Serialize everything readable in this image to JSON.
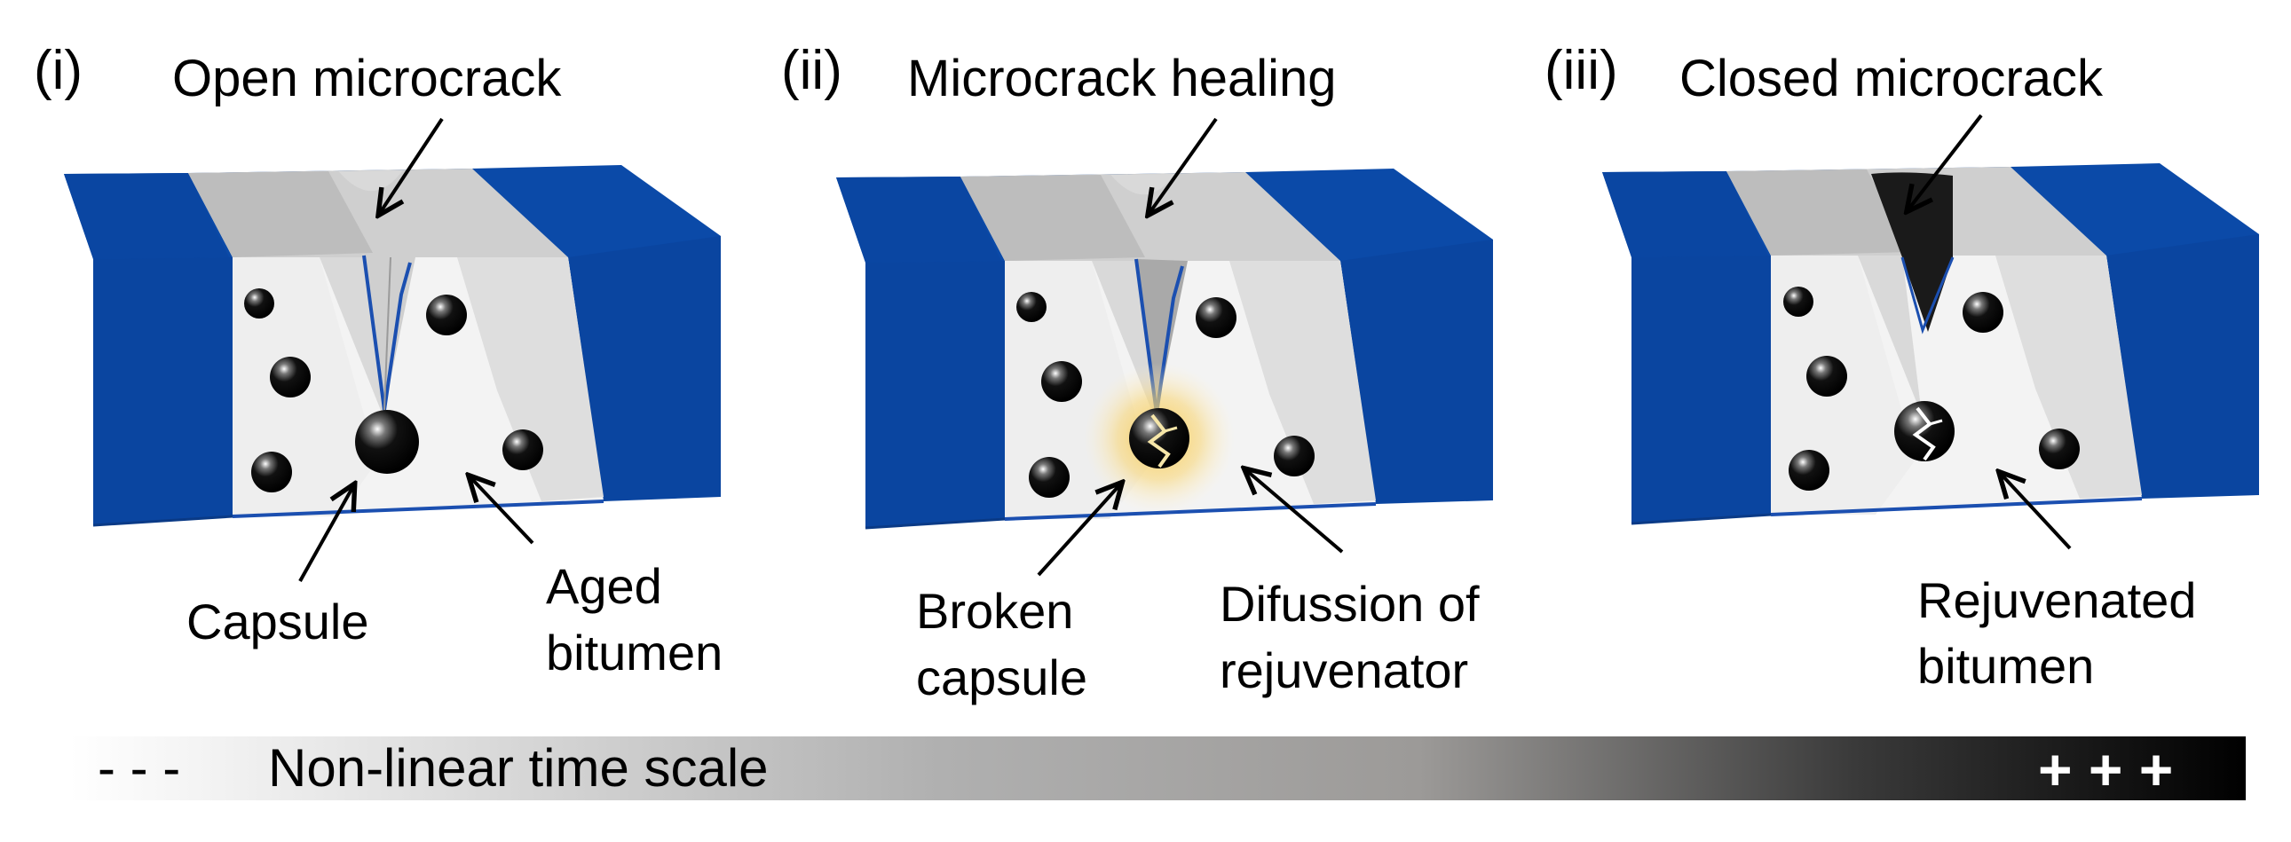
{
  "panels": [
    {
      "id": "i",
      "label": "(i)",
      "title": "Open microcrack",
      "labels": [
        {
          "lines": [
            "Capsule"
          ]
        },
        {
          "lines": [
            "Aged",
            "bitumen"
          ]
        }
      ]
    },
    {
      "id": "ii",
      "label": "(ii)",
      "title": "Microcrack healing",
      "labels": [
        {
          "lines": [
            "Broken",
            "capsule"
          ]
        },
        {
          "lines": [
            "Difussion of",
            "rejuvenator"
          ]
        }
      ]
    },
    {
      "id": "iii",
      "label": "(iii)",
      "title": "Closed microcrack",
      "labels": [
        {
          "lines": [
            "Rejuvenated",
            "bitumen"
          ]
        }
      ]
    }
  ],
  "timescale": {
    "start_marker": "- - -",
    "label": "Non-linear time scale",
    "end_marker": "+ + +"
  },
  "colors": {
    "asphalt_blue": "#0b4aa8",
    "asphalt_blue_dark": "#083a86",
    "bitumen_light": "#f2f2f2",
    "bitumen_top": "#c9c9c9",
    "rejuvenator_glow": "#f7c948",
    "healed_crack": "#1a1a1a"
  }
}
